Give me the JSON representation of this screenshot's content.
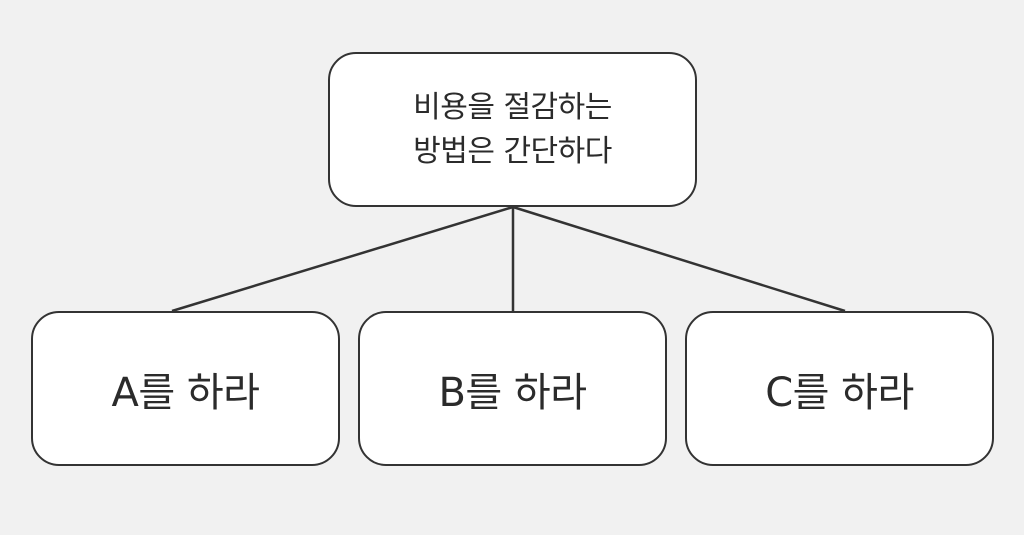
{
  "diagram": {
    "root": {
      "line1": "비용을 절감하는",
      "line2": "방법은 간단하다"
    },
    "children": [
      {
        "label": "A를 하라"
      },
      {
        "label": "B를 하라"
      },
      {
        "label": "C를 하라"
      }
    ]
  },
  "colors": {
    "background": "#f1f1f1",
    "box_fill": "#ffffff",
    "stroke": "#333333",
    "text": "#2b2b2b"
  }
}
